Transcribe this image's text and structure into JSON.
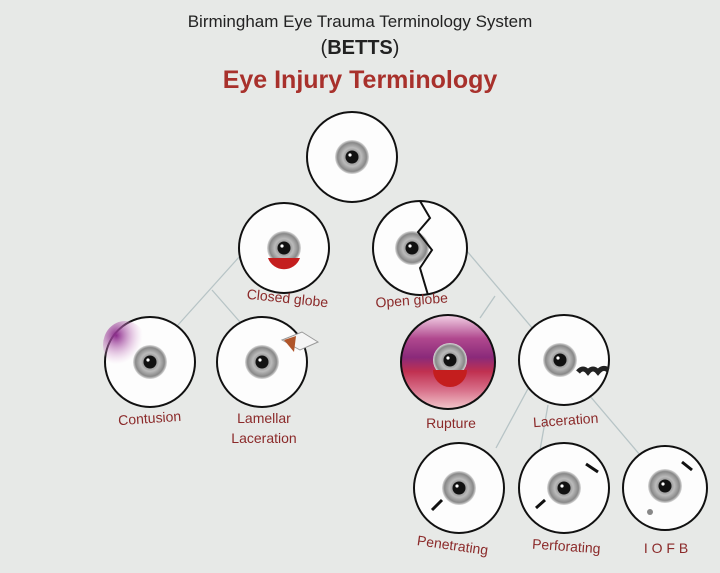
{
  "header": {
    "line1": "Birmingham Eye Trauma Terminology System",
    "line2_open": "(",
    "line2_bold": "BETTS",
    "line2_close": ")",
    "title": "Eye Injury Terminology"
  },
  "nodes": {
    "closed_globe": "Closed globe",
    "open_globe": "Open globe",
    "contusion": "Contusion",
    "lamellar_1": "Lamellar",
    "lamellar_2": "Laceration",
    "rupture": "Rupture",
    "laceration": "Laceration",
    "penetrating": "Penetrating",
    "perforating": "Perforating",
    "iofb": "I O F B"
  },
  "colors": {
    "title_red": "#a8312c",
    "label_red": "#8b2a2a",
    "background": "#e7e9e7"
  }
}
